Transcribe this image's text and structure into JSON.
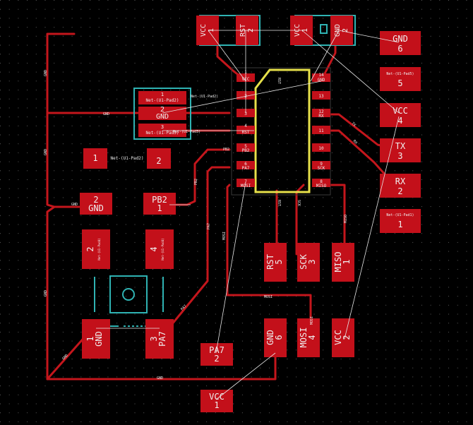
{
  "colors": {
    "background": "#000000",
    "grid": "#5a5a5a",
    "copper": "#c4161c",
    "pad": "#c3101a",
    "pad_text": "#f0f0f0",
    "silk_teal": "#2fb3b3",
    "courtyard": "#e6e04a",
    "ratsnest": "#e6e6e6"
  },
  "labels": {
    "c_vcc": "VCC",
    "c_vcc_n": "1",
    "c_rst": "RST",
    "c_rst_n": "2",
    "c2_vcc": "VCC",
    "c2_vcc_n": "1",
    "c2_gnd": "GND",
    "c2_gnd_n": "2",
    "ic_1": "1",
    "ic_vcc": "VCC",
    "ic_2": "2",
    "ic_3": "3",
    "ic_4": "4",
    "ic_rst": "RST",
    "ic_5": "5",
    "ic_pb2": "PB2",
    "ic_6": "6",
    "ic_pa7": "PA7",
    "ic_7": "7",
    "ic_mosi": "MOSI",
    "ic_14": "14",
    "ic_gnd": "GND",
    "ic_13": "13",
    "ic_12": "12",
    "ic_rx": "RX",
    "ic_11": "11",
    "ic_10": "10",
    "ic_9": "9",
    "ic_sck": "SCK",
    "ic_8": "8",
    "ic_miso": "MISO",
    "ic_13_net": "TX",
    "gnd6": "GND",
    "gnd6_n": "6",
    "p5_net": "Net-(U1-Pad5)",
    "p5_n": "5",
    "vcc4": "VCC",
    "vcc4_n": "4",
    "tx3": "TX",
    "tx3_n": "3",
    "rx2": "RX",
    "rx2_n": "2",
    "p1_net": "Net-(U1-Pad1)",
    "p1_n": "1",
    "sw_1": "1",
    "sw_net_pad2": "Net-(U1-Pad2)",
    "sw_2": "2",
    "sw_gnd": "GND",
    "sw_3": "3",
    "sw_net_pad3": "Net-(U1-Pad3)",
    "r_1": "1",
    "r_net": "Net-(U1-Pad2)",
    "r_2": "2",
    "gnd2": "GND",
    "gnd2_n": "2",
    "pb2": "PB2",
    "pb2_n": "1",
    "btn_2": "2",
    "btn_4": "4",
    "btn_net": "Net-(U1-Pad4)",
    "btn_gnd": "GND",
    "btn_1": "1",
    "btn_pa7": "PA7",
    "btn_3": "3",
    "rst5": "RST",
    "rst5_n": "5",
    "sck3": "SCK",
    "sck3_n": "3",
    "miso1": "MISO",
    "miso1_n": "1",
    "gnd6b": "GND",
    "gnd6b_n": "6",
    "mosi4": "MOSI",
    "mosi4_n": "4",
    "vcc2": "VCC",
    "vcc2_n": "2",
    "pa7_2": "PA7",
    "pa7_2_n": "2",
    "vcc1": "VCC",
    "vcc1_n": "1",
    "net_gnd": "GND",
    "net_pb2": "PB2",
    "net_pa7": "PA7",
    "net_mosi": "MOSI",
    "net_sck": "SCK",
    "net_miso": "MISO",
    "net_rst": "RST",
    "net_tx": "TX",
    "net_rx": "RX",
    "net_net_pad2": "Net-(U1-Pad2)",
    "net_net_pad3": "Net-(U1-Pad3)"
  }
}
